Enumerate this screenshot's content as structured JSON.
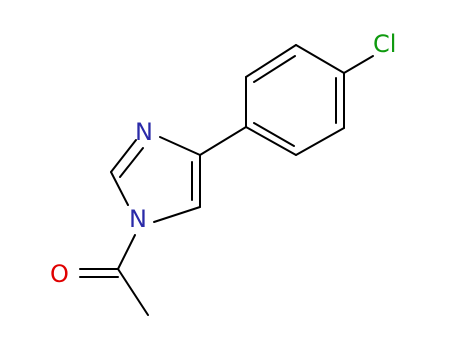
{
  "molecule": {
    "atoms": {
      "chlorine": {
        "symbol": "Cl",
        "color": "#0f9a0f"
      },
      "nitrogen_ring": {
        "symbol": "N",
        "color": "#2a2aa8"
      },
      "nitrogen_acyl": {
        "symbol": "N",
        "color": "#2a2aa8"
      },
      "oxygen": {
        "symbol": "O",
        "color": "#e00000"
      }
    },
    "bond_color": "#000000"
  }
}
